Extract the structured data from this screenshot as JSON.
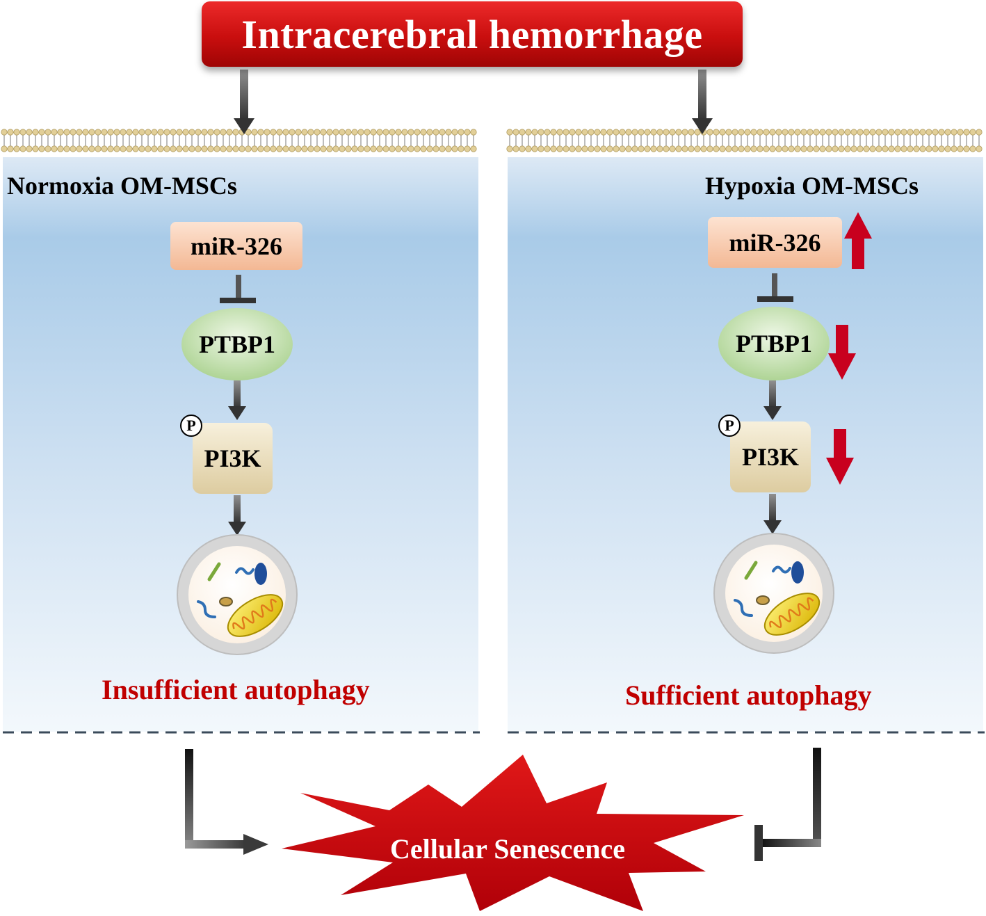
{
  "title": "Intracerebral hemorrhage",
  "left_panel": {
    "title": "Normoxia OM-MSCs",
    "mirna": "miR-326",
    "target": "PTBP1",
    "kinase": "PI3K",
    "phospho": "P",
    "outcome": "Insufficient autophagy"
  },
  "right_panel": {
    "title": "Hypoxia OM-MSCs",
    "mirna": "miR-326",
    "target": "PTBP1",
    "kinase": "PI3K",
    "phospho": "P",
    "outcome": "Sufficient autophagy",
    "changes": {
      "mirna": "up",
      "target": "down",
      "kinase": "down"
    }
  },
  "effect": "Cellular Senescence",
  "effect_relations": {
    "left": "promotes",
    "right": "inhibits"
  },
  "colors": {
    "title_red": "#c90e0e",
    "outcome_red": "#c00000",
    "change_arrow_red": "#c8001e",
    "panel_blue": "#a9cbe8",
    "membrane_head": "#e0cc95",
    "mirna_fill": "#f7c9ac",
    "ptbp1_fill": "#c6e3b0",
    "pi3k_fill": "#ede1bd",
    "star_red": "#c90a14"
  }
}
